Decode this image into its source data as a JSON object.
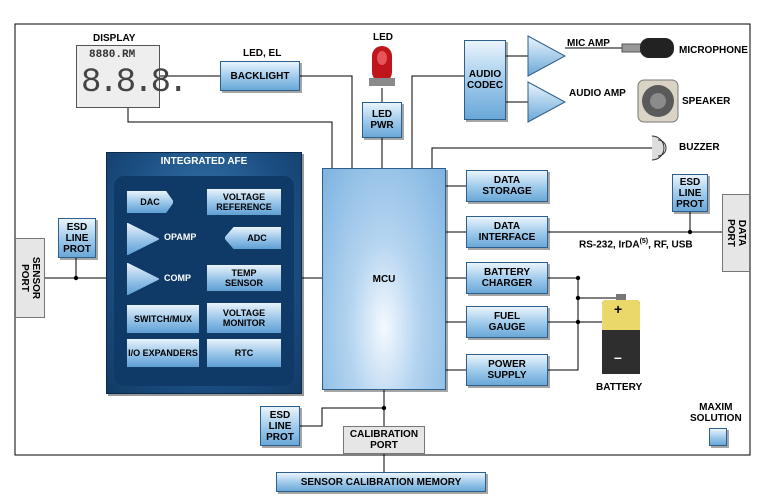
{
  "display": {
    "label": "DISPLAY",
    "digits": "8.8.8.",
    "mini_text": "8880.RM"
  },
  "led_el": {
    "label": "LED, EL"
  },
  "backlight": {
    "label": "BACKLIGHT"
  },
  "led": {
    "label": "LED"
  },
  "led_pwr": {
    "label": "LED\nPWR"
  },
  "audio_codec": {
    "label": "AUDIO\nCODEC"
  },
  "mic_amp": {
    "label": "MIC AMP"
  },
  "microphone": {
    "label": "MICROPHONE"
  },
  "audio_amp": {
    "label": "AUDIO AMP"
  },
  "speaker": {
    "label": "SPEAKER"
  },
  "buzzer": {
    "label": "BUZZER"
  },
  "afe": {
    "title": "INTEGRATED AFE",
    "dac": "DAC",
    "voltage_reference": "VOLTAGE\nREFERENCE",
    "opamp": "OPAMP",
    "adc": "ADC",
    "comp": "COMP",
    "temp_sensor": "TEMP\nSENSOR",
    "switch_mux": "SWITCH/MUX",
    "voltage_monitor": "VOLTAGE\nMONITOR",
    "io_expanders": "I/O EXPANDERS",
    "rtc": "RTC"
  },
  "mcu": {
    "label": "MCU"
  },
  "data_storage": {
    "label": "DATA\nSTORAGE"
  },
  "data_interface": {
    "label": "DATA\nINTERFACE"
  },
  "battery_charger": {
    "label": "BATTERY\nCHARGER"
  },
  "fuel_gauge": {
    "label": "FUEL\nGAUGE"
  },
  "power_supply": {
    "label": "POWER\nSUPPLY"
  },
  "esd_left": {
    "label": "ESD\nLINE\nPROT"
  },
  "esd_right": {
    "label": "ESD\nLINE\nPROT"
  },
  "esd_bottom": {
    "label": "ESD\nLINE\nPROT"
  },
  "sensor_port": {
    "label": "SENSOR\nPORT"
  },
  "data_port": {
    "label": "DATA\nPORT"
  },
  "rs232": {
    "prefix": "RS-232, IrDA",
    "superscript": "(5)",
    "suffix": ", RF, USB"
  },
  "battery": {
    "label": "BATTERY",
    "plus": "+",
    "minus": "–"
  },
  "calibration_port": {
    "label": "CALIBRATION\nPORT"
  },
  "sensor_calibration_memory": {
    "label": "SENSOR CALIBRATION MEMORY"
  },
  "maxim_solution": {
    "label": "MAXIM\nSOLUTION"
  }
}
